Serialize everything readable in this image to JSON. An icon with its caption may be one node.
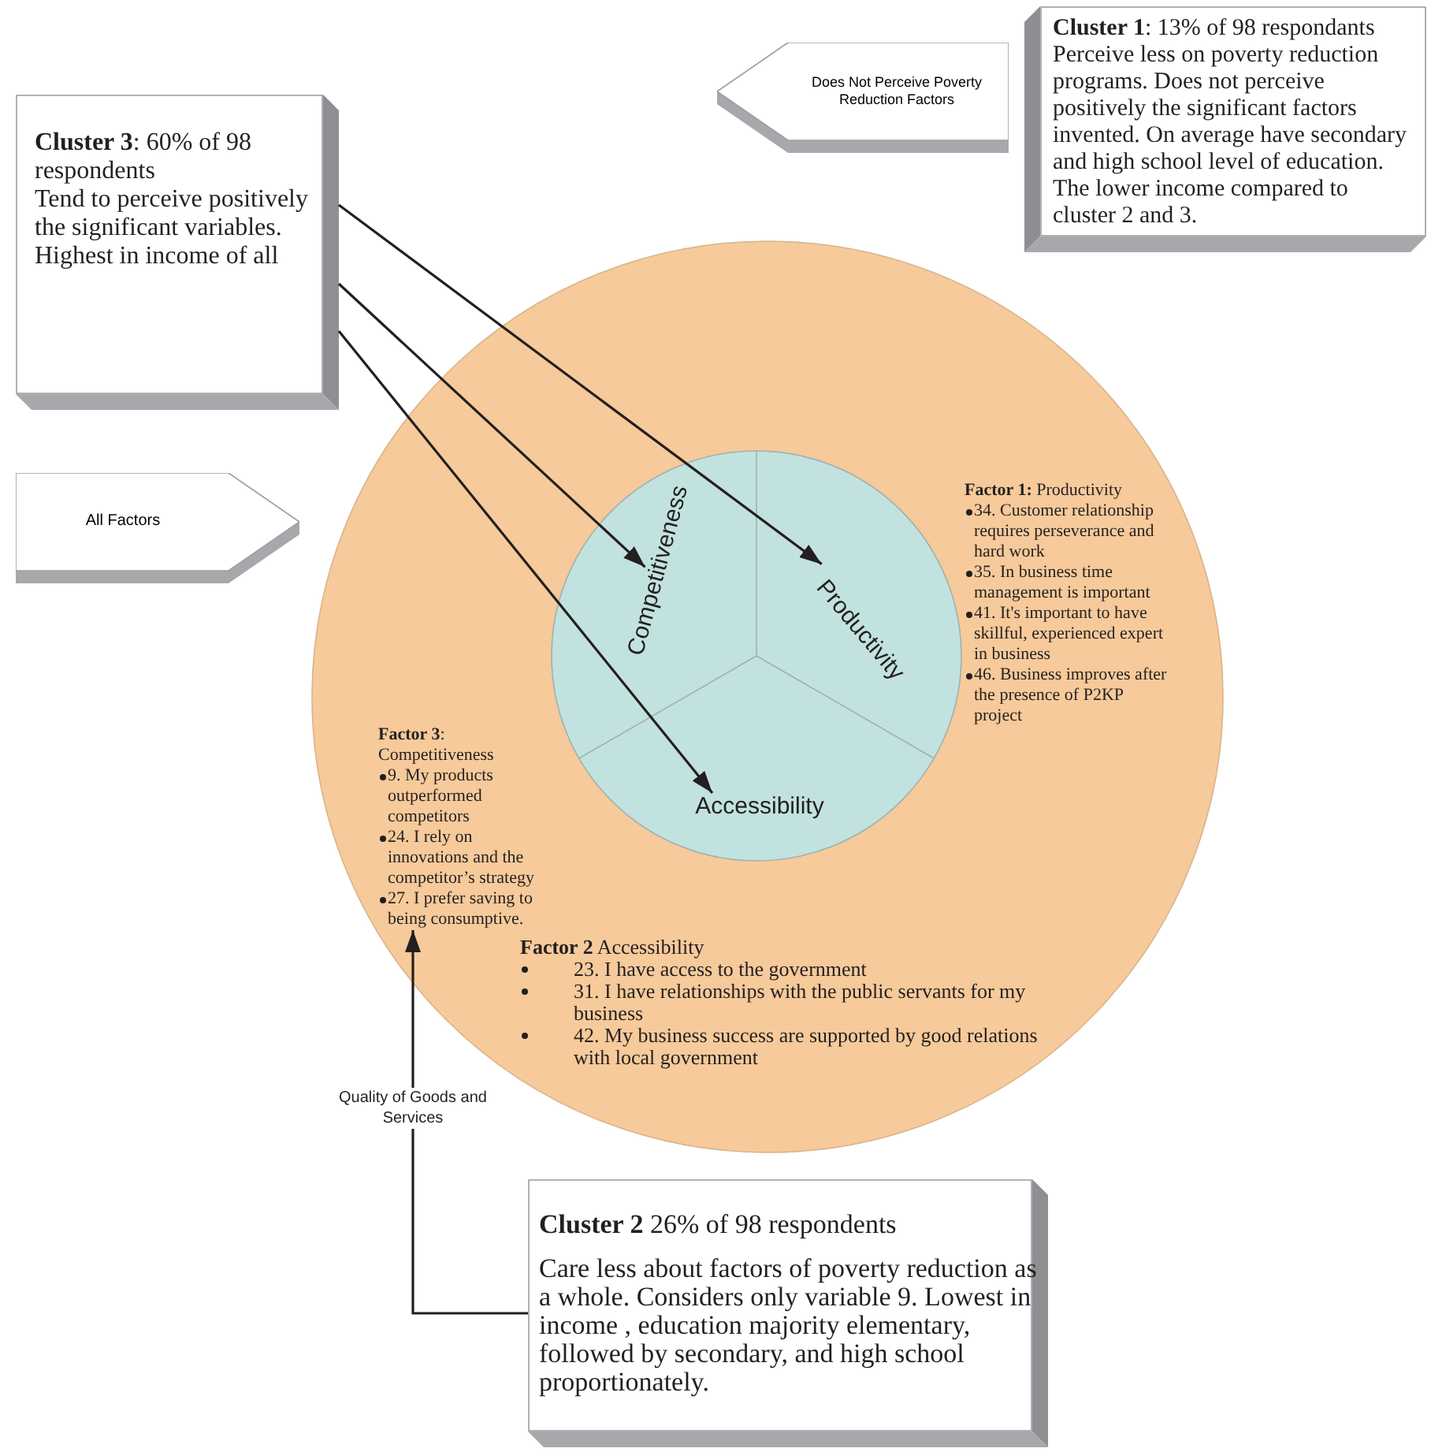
{
  "diagram": {
    "nodes": [
      {
        "text": [
          "Does Not Perceive Poverty Reduction Factors"
        ]
      },
      {
        "text": [
          "**Cluster 1**: 13% of 98 respondants",
          "Perceive less on poverty reduction programs. Does not perceive positively the significant factors invented. On average have secondary and high school level of education. The lower income compared to cluster 2 and 3."
        ]
      },
      {
        "text": [
          "**Cluster 3**: 60% of 98 respondents",
          "Tend to perceive positively the significant variables. Highest in income of all"
        ]
      },
      {
        "text": [
          "All Factors"
        ]
      },
      {
        "text": [],
        "shape": "circle"
      },
      {
        "text": [
          "**Factor 1:** Productivity",
          "34. Customer relationship requires perseverance and hard work",
          "35. In business time management is important",
          "41. It's important to have skillful, experienced expert in business",
          "46. Business improves after the presence of P2KP project"
        ],
        "in": 4
      },
      {
        "text": [
          "**Factor 3**: Competitiveness",
          "9. My products outperformed competitors",
          "24. I rely on innovations and the competitor’s strategy",
          "27. I prefer saving to being consumptive."
        ],
        "in": 4
      },
      {
        "text": [],
        "shape": "circle",
        "in": 4
      },
      {
        "text": [
          "Competitiveness"
        ],
        "in": 7
      },
      {
        "text": [
          "Productivity"
        ],
        "in": 7
      },
      {
        "text": [
          "Accessibility"
        ],
        "in": 7
      },
      {
        "text": [
          "**Factor 2** Accessibility",
          "23. I have access to the government",
          "31. I have relationships with the public servants for my business",
          "42. My business success are supported by good relations with local government"
        ],
        "in": 4
      },
      {
        "text": [
          "**Cluster 2** 26% of 98 respondents",
          "Care less about factors of poverty reduction as a whole. Considers only variable 9. Lowest in income , education majority elementary, followed by secondary, and high school proportionately."
        ]
      }
    ],
    "edges": [
      {
        "from": 2,
        "to": 9,
        "arrow": "to"
      },
      {
        "from": 2,
        "to": 8,
        "arrow": "to"
      },
      {
        "from": 2,
        "to": 10,
        "arrow": "to"
      },
      {
        "from": 12,
        "to": 6,
        "arrow": "to",
        "label": "Quality of Goods and Services"
      }
    ]
  }
}
